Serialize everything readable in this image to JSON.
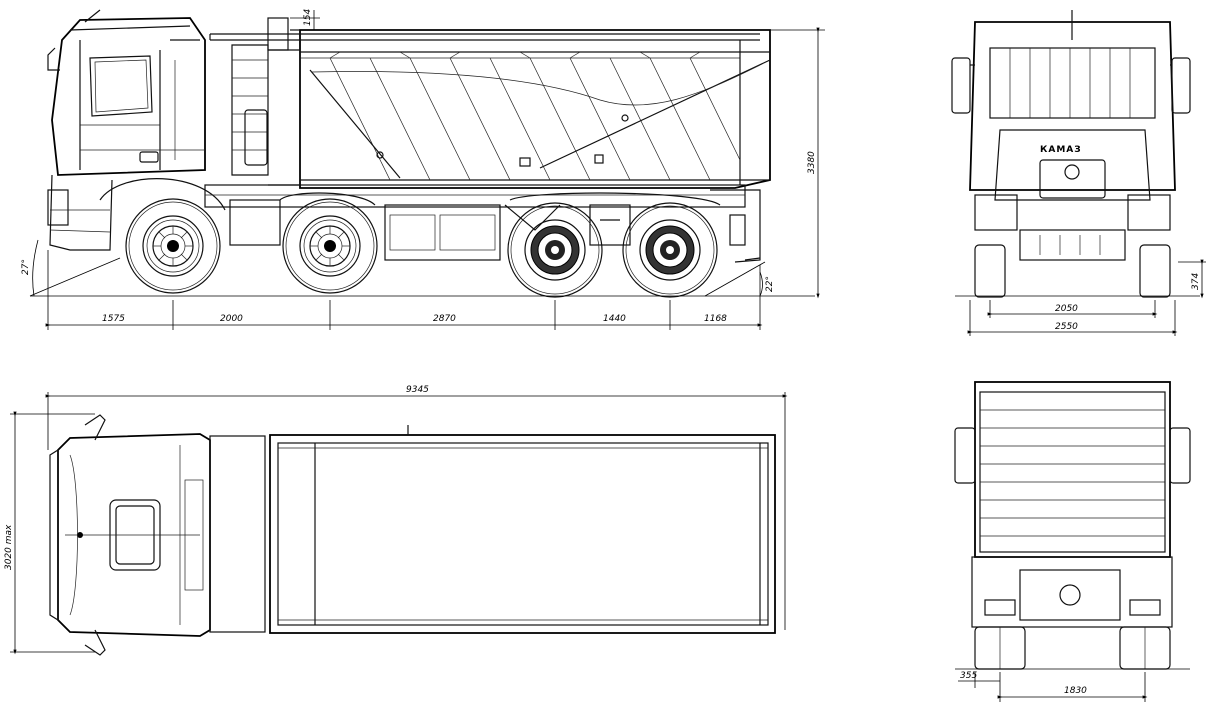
{
  "side_view": {
    "dims": {
      "front_overhang": "1575",
      "wheelbase_1": "2000",
      "wheelbase_2": "2870",
      "wheelbase_3": "1440",
      "rear_overhang": "1168",
      "height": "3380",
      "body_top_offset": "154",
      "approach_angle": "27°",
      "departure_angle": "22°"
    }
  },
  "top_view": {
    "dims": {
      "overall_length": "9345",
      "width_max": "3020 max"
    }
  },
  "front_view": {
    "logo": "КАМАЗ",
    "dims": {
      "track": "2050",
      "width": "2550",
      "ground_clearance": "374"
    }
  },
  "rear_view": {
    "dims": {
      "tire_width": "355",
      "rear_track": "1830"
    }
  }
}
